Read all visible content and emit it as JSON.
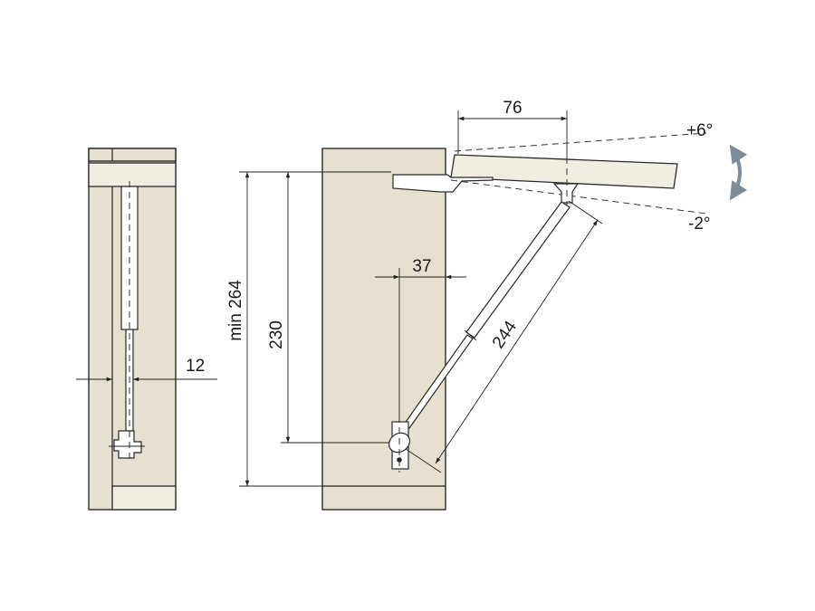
{
  "dimensions": {
    "lid_offset": "76",
    "angle_up": "+6°",
    "angle_down": "-2°",
    "min_height": "min 264",
    "mount_height": "230",
    "pivot_offset": "37",
    "stay_length": "244",
    "side_gap": "12"
  },
  "colors": {
    "panel": "#e6e0d0",
    "panel_light": "#f0ede2",
    "arrow": "#7d8c96",
    "line": "#222222"
  }
}
